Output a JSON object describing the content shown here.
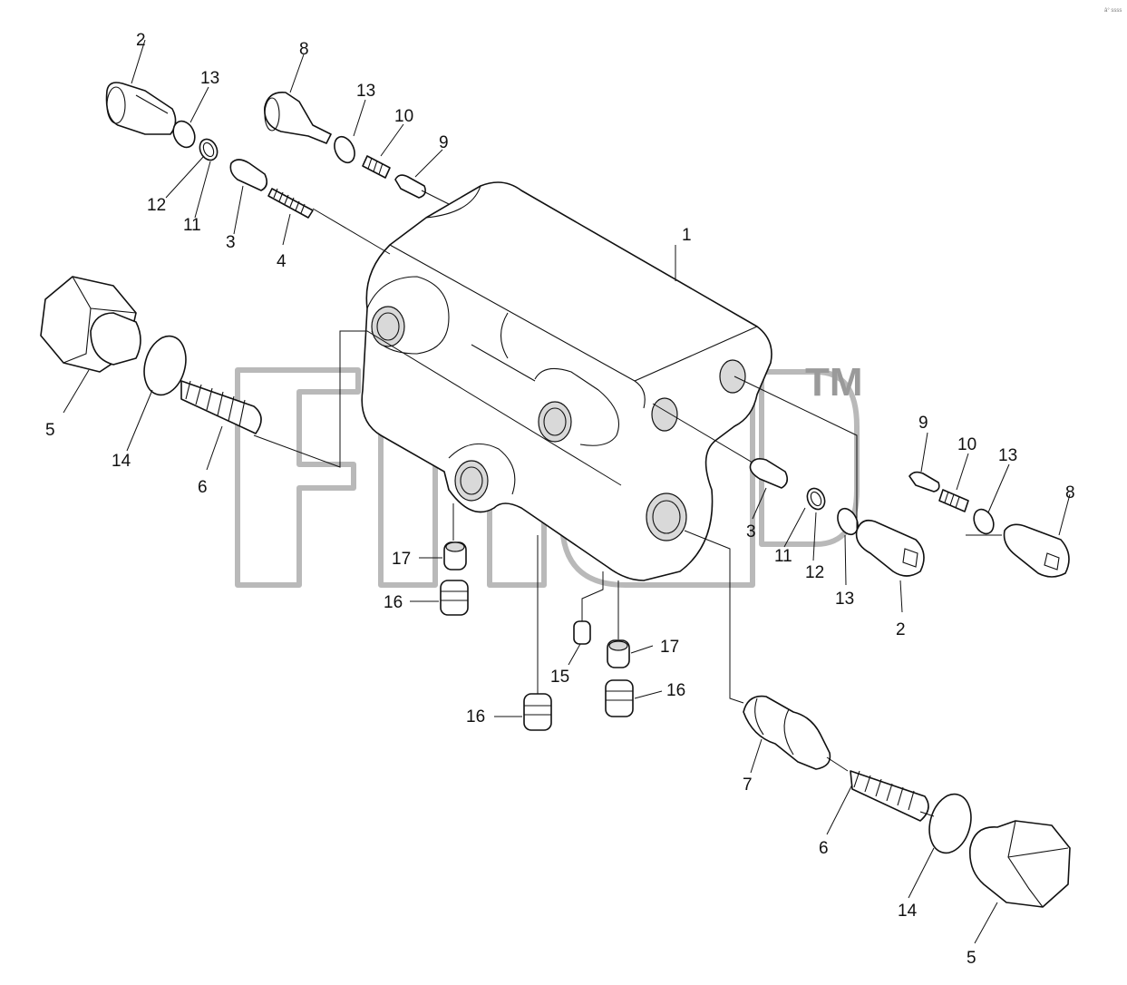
{
  "diagram": {
    "callouts": [
      "1",
      "2",
      "3",
      "4",
      "5",
      "6",
      "7",
      "8",
      "9",
      "10",
      "11",
      "12",
      "13",
      "14",
      "15",
      "16",
      "17"
    ],
    "watermark": "TM",
    "corner_mark": "â° ssss"
  }
}
